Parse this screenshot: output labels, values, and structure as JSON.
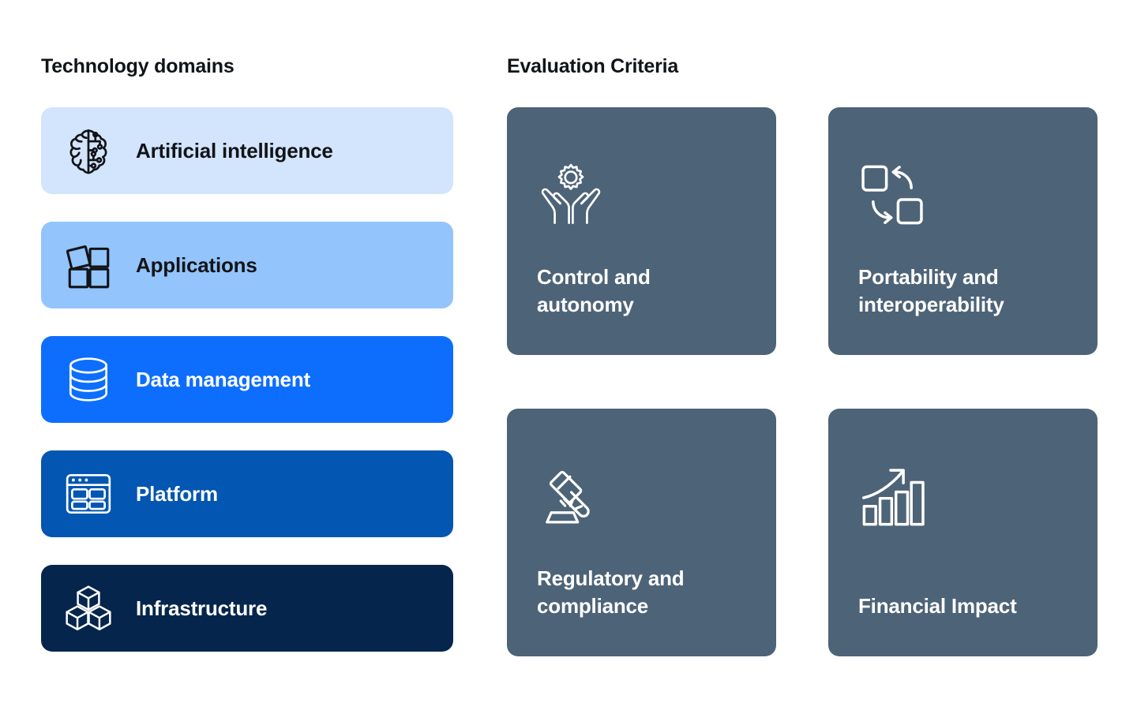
{
  "headings": {
    "left": "Technology domains",
    "right": "Evaluation Criteria"
  },
  "colors": {
    "page_background": "#ffffff",
    "heading_text": "#111418",
    "criteria_card": "#4d6377",
    "criteria_text": "#ffffff",
    "domain_ai": "#d3e5fc",
    "domain_applications": "#93c4fb",
    "domain_data": "#0d6efd",
    "domain_platform": "#0356b1",
    "domain_infrastructure": "#06254c"
  },
  "domains": [
    {
      "label": "Artificial intelligence",
      "icon": "brain-circuit-icon",
      "background": "#d3e5fc",
      "text_color": "#111418",
      "icon_color": "#111418"
    },
    {
      "label": "Applications",
      "icon": "app-tiles-icon",
      "background": "#93c4fb",
      "text_color": "#111418",
      "icon_color": "#111418"
    },
    {
      "label": "Data management",
      "icon": "database-icon",
      "background": "#0d6efd",
      "text_color": "#ffffff",
      "icon_color": "#ffffff"
    },
    {
      "label": "Platform",
      "icon": "browser-layout-icon",
      "background": "#0356b1",
      "text_color": "#ffffff",
      "icon_color": "#ffffff"
    },
    {
      "label": "Infrastructure",
      "icon": "cubes-icon",
      "background": "#06254c",
      "text_color": "#ffffff",
      "icon_color": "#ffffff"
    }
  ],
  "criteria": [
    {
      "label": "Control and\nautonomy",
      "icon": "hands-gear-icon"
    },
    {
      "label": "Portability and\ninteroperability",
      "icon": "exchange-squares-icon"
    },
    {
      "label": "Regulatory and\ncompliance",
      "icon": "gavel-icon"
    },
    {
      "label": "Financial Impact",
      "icon": "bar-chart-growth-icon"
    }
  ]
}
